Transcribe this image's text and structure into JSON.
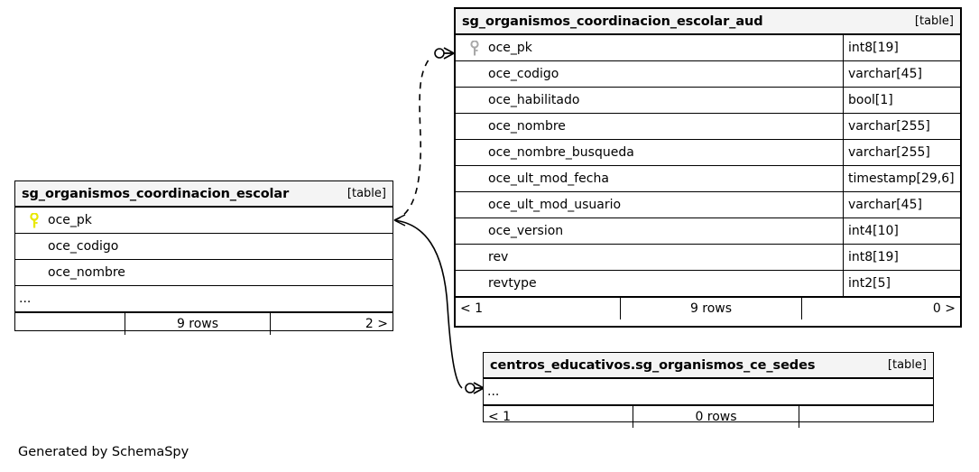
{
  "diagram": {
    "generator_note": "Generated by SchemaSpy",
    "table_kind_label": "[table]"
  },
  "tables": {
    "aud": {
      "name": "sg_organismos_coordinacion_escolar_aud",
      "kind": "[table]",
      "columns": [
        {
          "name": "oce_pk",
          "type": "int8[19]",
          "key": "primary-key-icon"
        },
        {
          "name": "oce_codigo",
          "type": "varchar[45]",
          "key": ""
        },
        {
          "name": "oce_habilitado",
          "type": "bool[1]",
          "key": ""
        },
        {
          "name": "oce_nombre",
          "type": "varchar[255]",
          "key": ""
        },
        {
          "name": "oce_nombre_busqueda",
          "type": "varchar[255]",
          "key": ""
        },
        {
          "name": "oce_ult_mod_fecha",
          "type": "timestamp[29,6]",
          "key": ""
        },
        {
          "name": "oce_ult_mod_usuario",
          "type": "varchar[45]",
          "key": ""
        },
        {
          "name": "oce_version",
          "type": "int4[10]",
          "key": ""
        },
        {
          "name": "rev",
          "type": "int8[19]",
          "key": ""
        },
        {
          "name": "revtype",
          "type": "int2[5]",
          "key": ""
        }
      ],
      "footer": {
        "left": "< 1",
        "center": "9 rows",
        "right": "0 >"
      }
    },
    "main": {
      "name": "sg_organismos_coordinacion_escolar",
      "kind": "[table]",
      "columns": [
        {
          "name": "oce_pk",
          "key": "primary-key-icon"
        },
        {
          "name": "oce_codigo",
          "key": ""
        },
        {
          "name": "oce_nombre",
          "key": ""
        }
      ],
      "more_indicator": "...",
      "footer": {
        "left": "",
        "center": "9 rows",
        "right": "2 >"
      }
    },
    "sedes": {
      "name": "centros_educativos.sg_organismos_ce_sedes",
      "kind": "[table]",
      "more_indicator": "...",
      "footer": {
        "left": "< 1",
        "center": "0 rows",
        "right": ""
      }
    }
  },
  "relationships": [
    {
      "id": "main-to-aud",
      "from": "main.oce_pk",
      "to": "aud.oce_pk",
      "style": "dashed",
      "end_marker": "crows-foot-optional"
    },
    {
      "id": "main-to-sedes",
      "from": "main.oce_pk",
      "to": "sedes",
      "style": "solid",
      "end_marker": "crows-foot-optional"
    }
  ],
  "colors": {
    "primary_key_icon": "#e8e800",
    "foreign_key_icon": "#a0a0a0",
    "header_background": "#f4f4f4",
    "line": "#000000",
    "background": "#ffffff"
  }
}
